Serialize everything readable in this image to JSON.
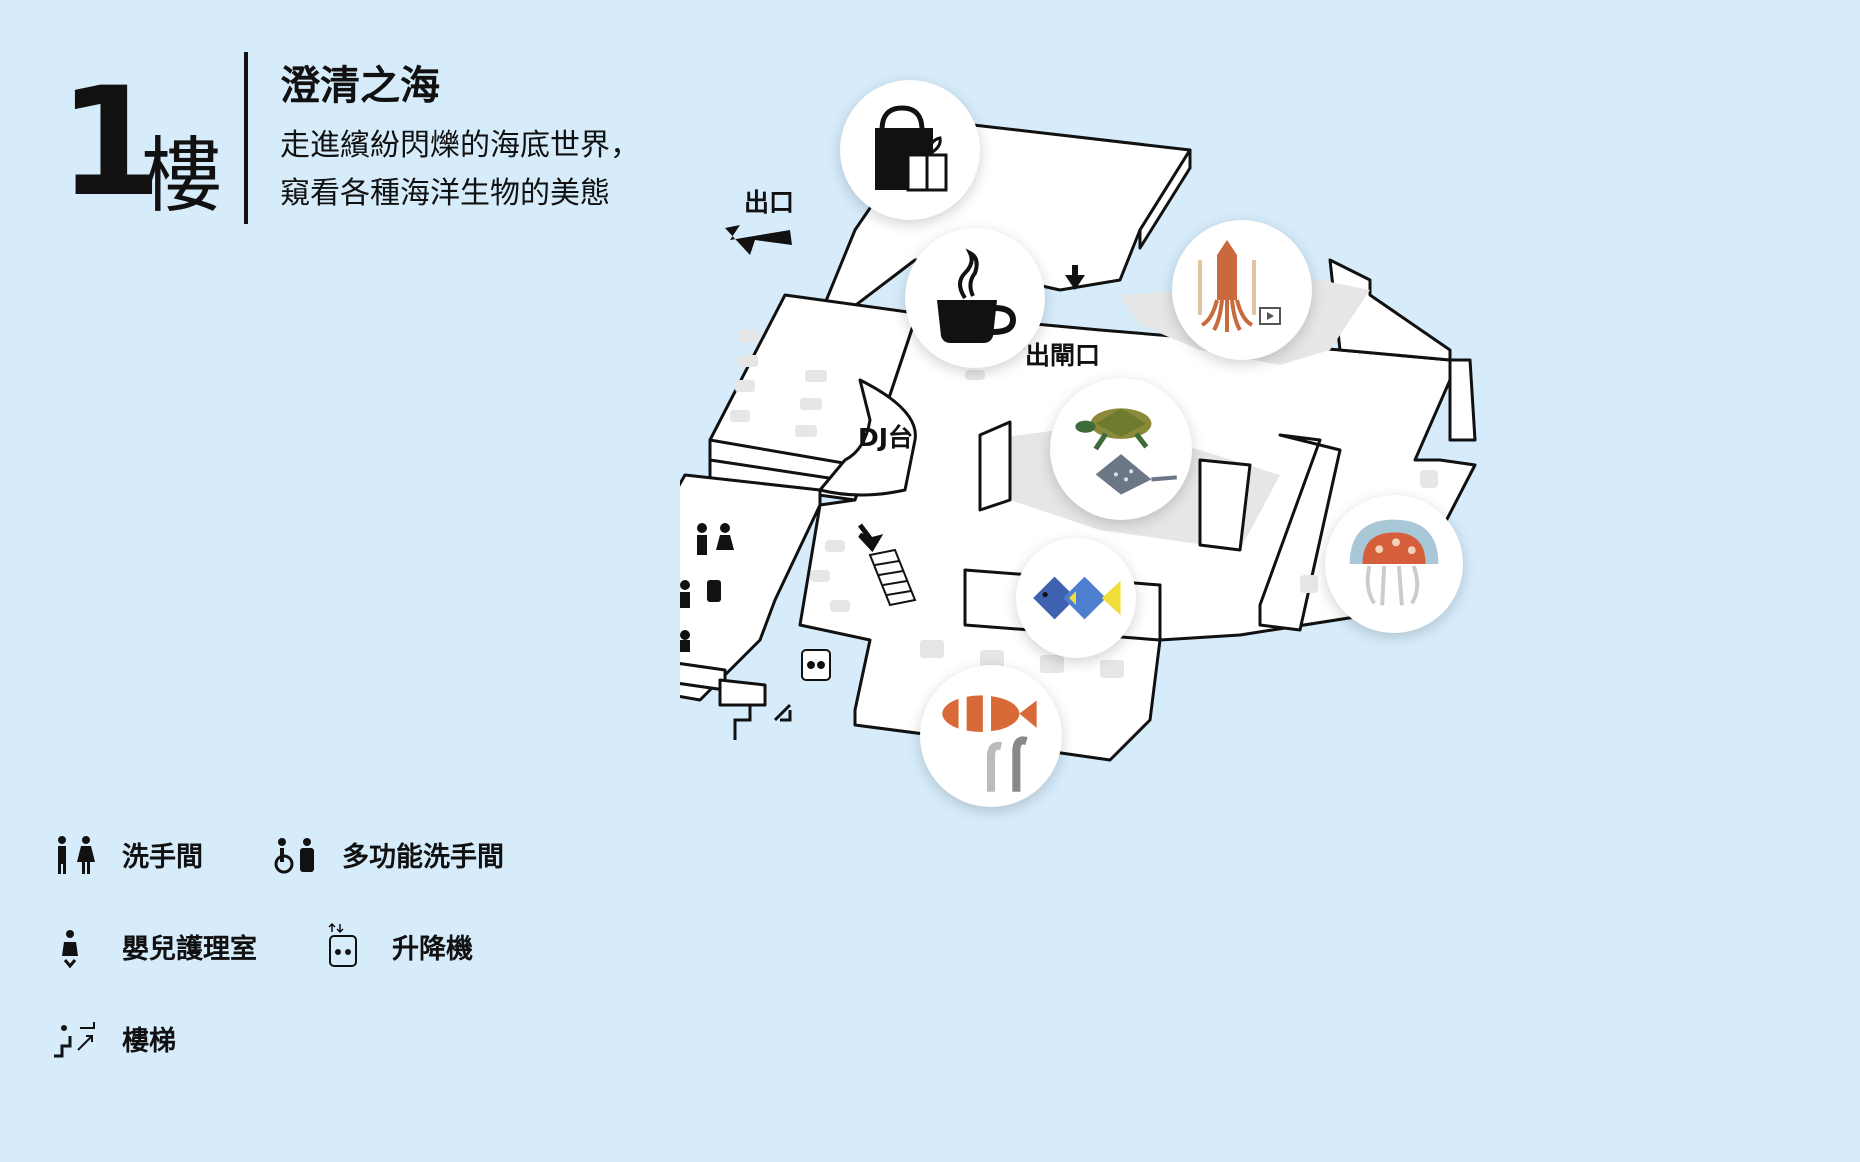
{
  "header": {
    "floor_number": "1",
    "floor_suffix": "樓",
    "title": "澄清之海",
    "description": "走進繽紛閃爍的海底世界，\n窺看各種海洋生物的美態"
  },
  "map": {
    "labels": {
      "exit": "出口",
      "exit_gate": "出閘口",
      "dj_booth": "DJ台"
    },
    "pois": [
      "gift-shop",
      "cafe",
      "squid-exhibit",
      "turtle-stingray-exhibit",
      "jellyfish-exhibit",
      "fish-exhibit",
      "clownfish-garden-eel-exhibit"
    ],
    "colors": {
      "background": "#d6ecfb",
      "floor": "#ffffff",
      "outline": "#111111",
      "shaded_floor": "#e8e8e8"
    }
  },
  "legend": {
    "restroom": "洗手間",
    "accessible_restroom": "多功能洗手間",
    "nursery": "嬰兒護理室",
    "elevator": "升降機",
    "stairs": "樓梯"
  }
}
